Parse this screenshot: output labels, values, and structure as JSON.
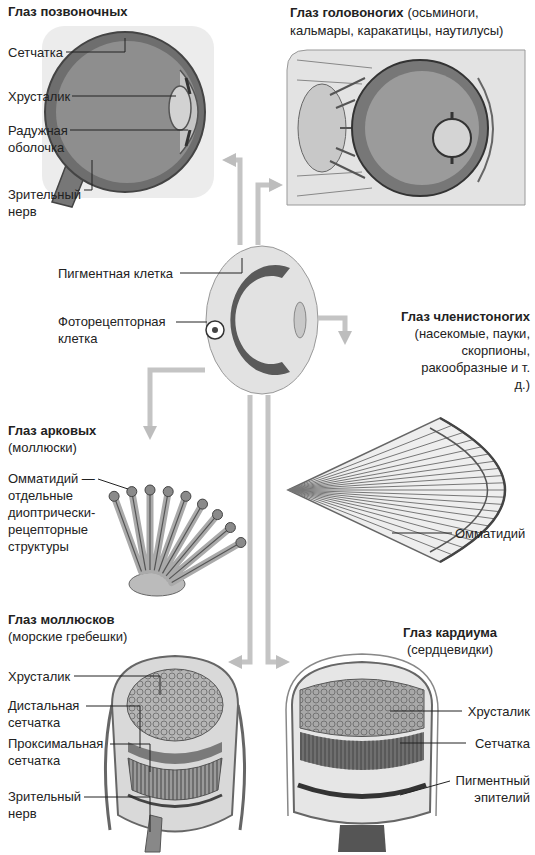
{
  "diagram": {
    "nodes": [
      {
        "text": [
          "Глаз позвоночных"
        ]
      },
      {
        "text": [
          "Глаз головоногих",
          "(осьминоги, кальмары, каракатицы, наутилусы)"
        ]
      },
      {
        "text": [
          "Пигментная клетка",
          "Фоторецепторная клетка"
        ]
      },
      {
        "text": [
          "Глаз членистоногих",
          "(насекомые, пауки, скорпионы, ракообразные и т. д.)"
        ]
      },
      {
        "text": [
          "Глаз арковых",
          "(моллюски)"
        ]
      },
      {
        "text": [
          "Глаз моллюсков",
          "(морские гребешки)"
        ]
      },
      {
        "text": [
          "Глаз кардиума",
          "(сердцевидки)"
        ]
      }
    ],
    "edges": [
      {
        "from": 2,
        "to": 0,
        "arrow": "to"
      },
      {
        "from": 2,
        "to": 1,
        "arrow": "to"
      },
      {
        "from": 2,
        "to": 3,
        "arrow": "to"
      },
      {
        "from": 2,
        "to": 4,
        "arrow": "to"
      },
      {
        "from": 2,
        "to": 5,
        "arrow": "to"
      },
      {
        "from": 2,
        "to": 6,
        "arrow": "to"
      }
    ],
    "labels": [
      "Сетчатка",
      "Хрусталик",
      "Радужная оболочка",
      "Зрительный нерв",
      "Омматидий — отдельные диоптрически-рецепторные структуры",
      "Омматидий",
      "Хрусталик",
      "Дистальная сетчатка",
      "Проксимальная сетчатка",
      "Зрительный нерв",
      "Хрусталик",
      "Сетчатка",
      "Пигментный эпителий"
    ]
  }
}
